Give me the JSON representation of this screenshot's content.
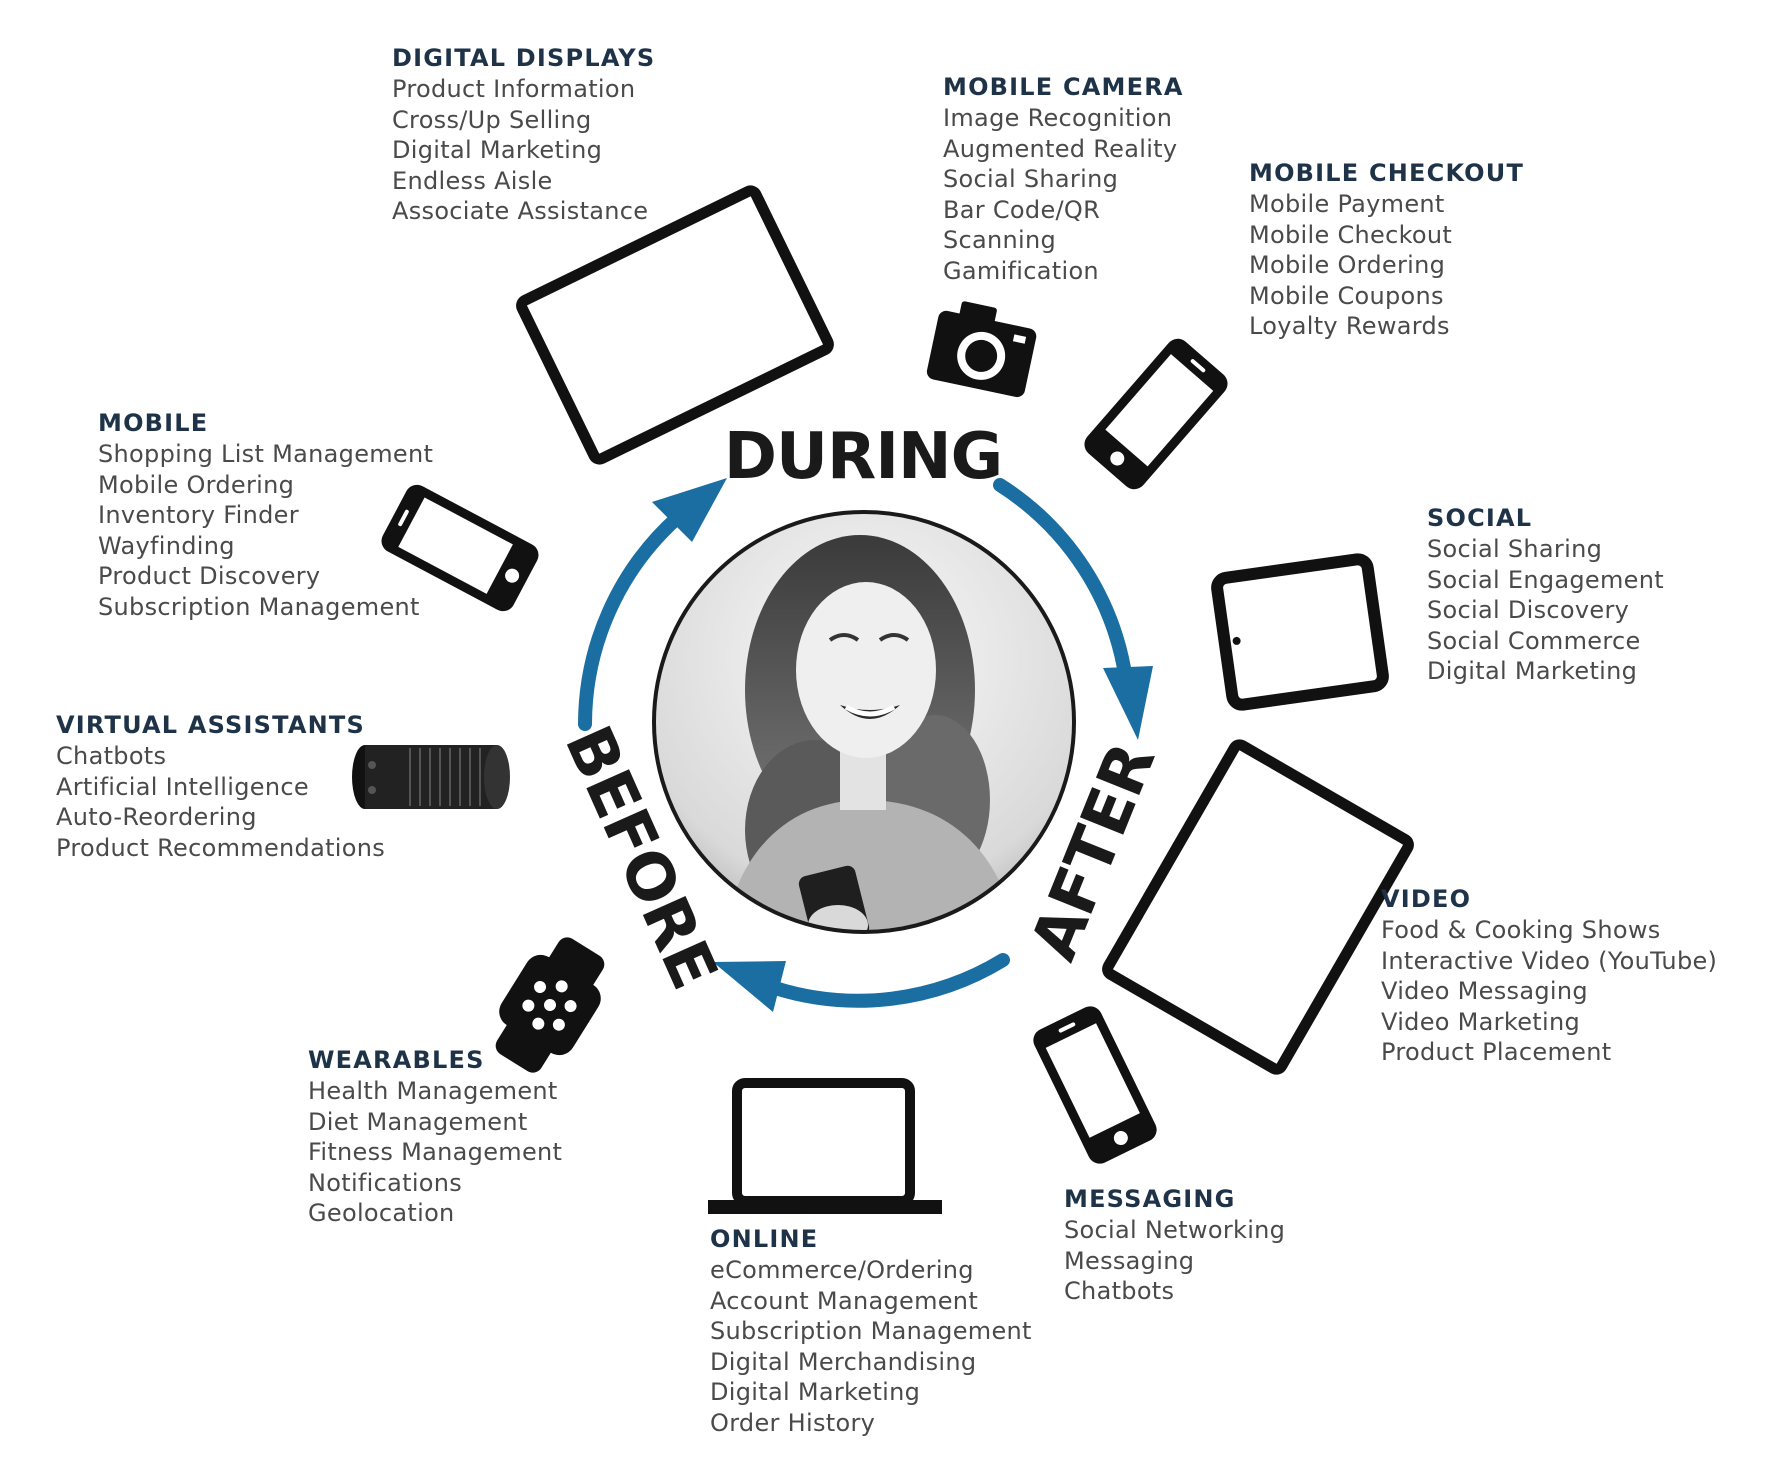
{
  "phases": {
    "during": "DURING",
    "after": "AFTER",
    "before": "BEFORE"
  },
  "colors": {
    "arrow": "#1a6ea1",
    "heading": "#1f3348",
    "text": "#4a4a4a",
    "icon": "#111111"
  },
  "center_image": "woman-smiling-at-phone-photo",
  "groups": {
    "digital_displays": {
      "title": "DIGITAL DISPLAYS",
      "items": [
        "Product Information",
        "Cross/Up Selling",
        "Digital Marketing",
        "Endless Aisle",
        "Associate Assistance"
      ],
      "icon": "tablet-landscape-icon"
    },
    "mobile_camera": {
      "title": "MOBILE CAMERA",
      "items": [
        "Image Recognition",
        "Augmented Reality",
        "Social Sharing",
        "Bar Code/QR",
        "Scanning",
        "Gamification"
      ],
      "icon": "camera-icon"
    },
    "mobile_checkout": {
      "title": "MOBILE CHECKOUT",
      "items": [
        "Mobile Payment",
        "Mobile Checkout",
        "Mobile Ordering",
        "Mobile Coupons",
        "Loyalty Rewards"
      ],
      "icon": "smartphone-icon"
    },
    "mobile": {
      "title": "MOBILE",
      "items": [
        "Shopping List Management",
        "Mobile Ordering",
        "Inventory Finder",
        "Wayfinding",
        "Product Discovery",
        "Subscription Management"
      ],
      "icon": "smartphone-icon"
    },
    "social": {
      "title": "SOCIAL",
      "items": [
        "Social Sharing",
        "Social Engagement",
        "Social Discovery",
        "Social Commerce",
        "Digital Marketing"
      ],
      "icon": "tablet-portrait-icon"
    },
    "virtual_assistants": {
      "title": "VIRTUAL ASSISTANTS",
      "items": [
        "Chatbots",
        "Artificial Intelligence",
        "Auto-Reordering",
        "Product Recommendations"
      ],
      "icon": "smart-speaker-icon"
    },
    "video": {
      "title": "VIDEO",
      "items": [
        "Food & Cooking Shows",
        "Interactive Video (YouTube)",
        "Video Messaging",
        "Video Marketing",
        "Product Placement"
      ],
      "icon": "tablet-large-icon"
    },
    "wearables": {
      "title": "WEARABLES",
      "items": [
        "Health Management",
        "Diet Management",
        "Fitness Management",
        "Notifications",
        "Geolocation"
      ],
      "icon": "smartwatch-icon"
    },
    "messaging": {
      "title": "MESSAGING",
      "items": [
        "Social Networking",
        "Messaging",
        "Chatbots"
      ],
      "icon": "smartphone-icon"
    },
    "online": {
      "title": "ONLINE",
      "items": [
        "eCommerce/Ordering",
        "Account Management",
        "Subscription Management",
        "Digital Merchandising",
        "Digital Marketing",
        "Order History"
      ],
      "icon": "laptop-icon"
    }
  }
}
